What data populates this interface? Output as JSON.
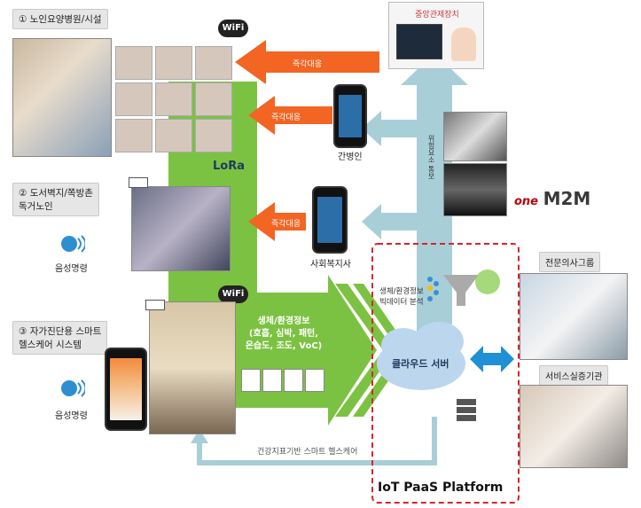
{
  "labels": {
    "nursing_home": "① 노인요양병원/시설",
    "remote_elderly": "② 도서벽지/쪽방촌\n독거노인",
    "self_diagnosis": "③ 자가진단용 스마트\n헬스케어 시스템",
    "voice_cmd_1": "음성명령",
    "voice_cmd_2": "음성명령",
    "central_control": "중앙관제장치",
    "caregiver": "간병인",
    "social_worker": "사회복지사",
    "immediate_1": "즉각대응",
    "immediate_2": "즉각대응",
    "immediate_3": "즉각대응",
    "emergency_request": "위험요소 통보",
    "bio_env_info": "생체/환경정보\n(호흡, 심박, 패턴,\n온습도, 조도, VoC)",
    "bigdata_analysis": "생체/환경정보\n빅데이터 분석",
    "cloud_server": "클라우드 서버",
    "expert_group": "전문의사그룹",
    "service_agency": "서비스실증기관",
    "health_feedback": "건강지표기반 스마트 헬스케어",
    "platform_title": "IoT PaaS Platform",
    "wifi_1": "WiFi",
    "wifi_2": "WiFi",
    "lora": "LoRa",
    "onem2m_one": "one",
    "onem2m_m2m": "M2M"
  },
  "colors": {
    "green_arrow": "#7cc242",
    "orange_arrow": "#f26522",
    "blue_arrow": "#a8cfd8",
    "platform_border": "#d9242a",
    "cloud_blue": "#bcd6ee",
    "double_arrow": "#1f8fd6",
    "onem2m_red": "#c00000"
  },
  "icons": [
    "wifi-icon",
    "lora-icon",
    "voice-icon",
    "server-icon",
    "cloud-icon",
    "funnel-icon"
  ]
}
